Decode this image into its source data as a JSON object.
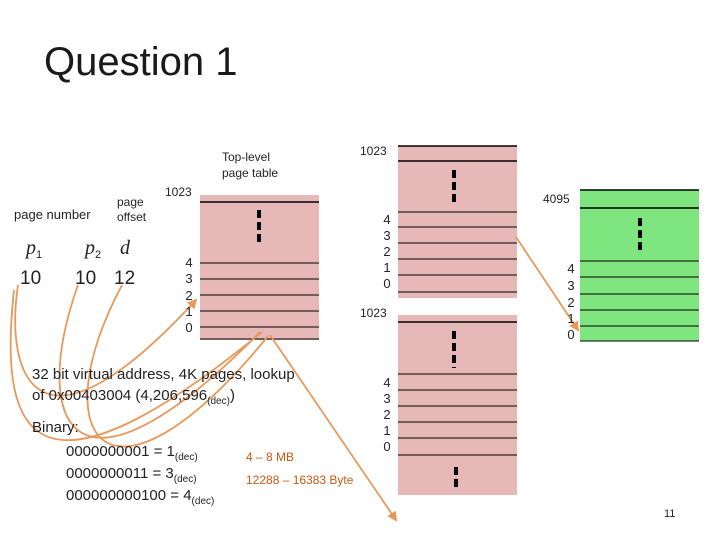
{
  "title": "Question 1",
  "address": {
    "page_number_label": "page number",
    "page_offset_label": "page\noffset",
    "p1": "p",
    "p1_sub": "1",
    "p2": "p",
    "p2_sub": "2",
    "d": "d",
    "bits_p1": "10",
    "bits_p2": "10",
    "bits_d": "12"
  },
  "top_table": {
    "label_line1": "Top-level",
    "label_line2": "page table",
    "top_index": "1023",
    "indices": [
      "4",
      "3",
      "2",
      "1",
      "0"
    ]
  },
  "second_tables": [
    {
      "top_index": "1023",
      "indices": [
        "4",
        "3",
        "2",
        "1",
        "0"
      ]
    },
    {
      "top_index": "1023",
      "indices": [
        "4",
        "3",
        "2",
        "1",
        "0"
      ]
    }
  ],
  "page": {
    "top_index": "4095",
    "indices": [
      "4",
      "3",
      "2",
      "1",
      "0"
    ]
  },
  "text": {
    "line1": "32 bit virtual address, 4K pages, lookup",
    "line2_a": "of 0x00403004 (4,206,596",
    "line2_sub": "(dec)",
    "line2_b": ")",
    "binary_label": "Binary:",
    "bin1_a": "0000000001 = 1",
    "bin1_sub": "(dec)",
    "bin2_a": "0000000011 = 3",
    "bin2_sub": "(dec)",
    "bin3_a": "000000000100 = 4",
    "bin3_sub": "(dec)",
    "ann1": "4 – 8 MB",
    "ann2": "12288 – 16383 Byte"
  },
  "page_number": "11",
  "colors": {
    "pink": "#e6b8b7",
    "green": "#7fe57f",
    "arrow": "#e7995b",
    "black": "#000000"
  }
}
